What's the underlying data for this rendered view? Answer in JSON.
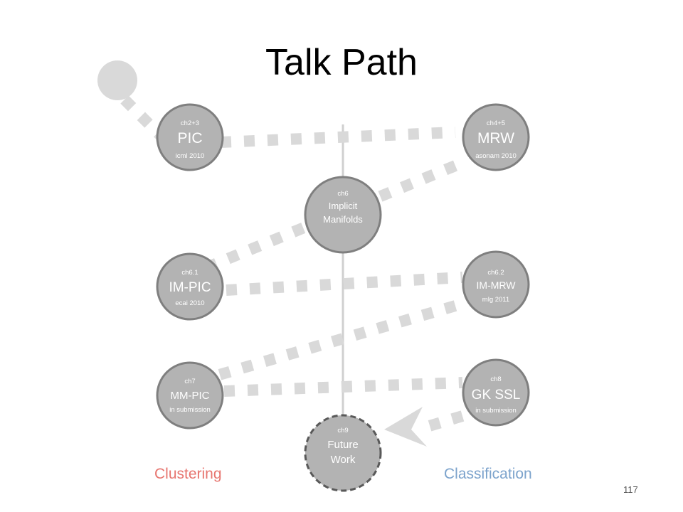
{
  "title": "Talk Path",
  "page_number": "117",
  "column_labels": {
    "left": "Clustering",
    "right": "Classification"
  },
  "nodes": {
    "pic": {
      "chapter": "ch2+3",
      "name": "PIC",
      "venue": "icml 2010"
    },
    "mrw": {
      "chapter": "ch4+5",
      "name": "MRW",
      "venue": "asonam 2010"
    },
    "implicit": {
      "chapter": "ch6",
      "name_line1": "Implicit",
      "name_line2": "Manifolds"
    },
    "impic": {
      "chapter": "ch6.1",
      "name": "IM-PIC",
      "venue": "ecai 2010"
    },
    "immrw": {
      "chapter": "ch6.2",
      "name": "IM-MRW",
      "venue": "mlg 2011"
    },
    "mmpic": {
      "chapter": "ch7",
      "name": "MM-PIC",
      "venue": "in submission"
    },
    "gkssl": {
      "chapter": "ch8",
      "name": "GK SSL",
      "venue": "in submission"
    },
    "future": {
      "chapter": "ch9",
      "name_line1": "Future",
      "name_line2": "Work"
    }
  },
  "colors": {
    "node_fill": "#b3b3b3",
    "node_stroke": "#7f7f7f",
    "path_dash": "#d9d9d9",
    "clustering": "#e7756f",
    "classification": "#7ca3cc"
  }
}
